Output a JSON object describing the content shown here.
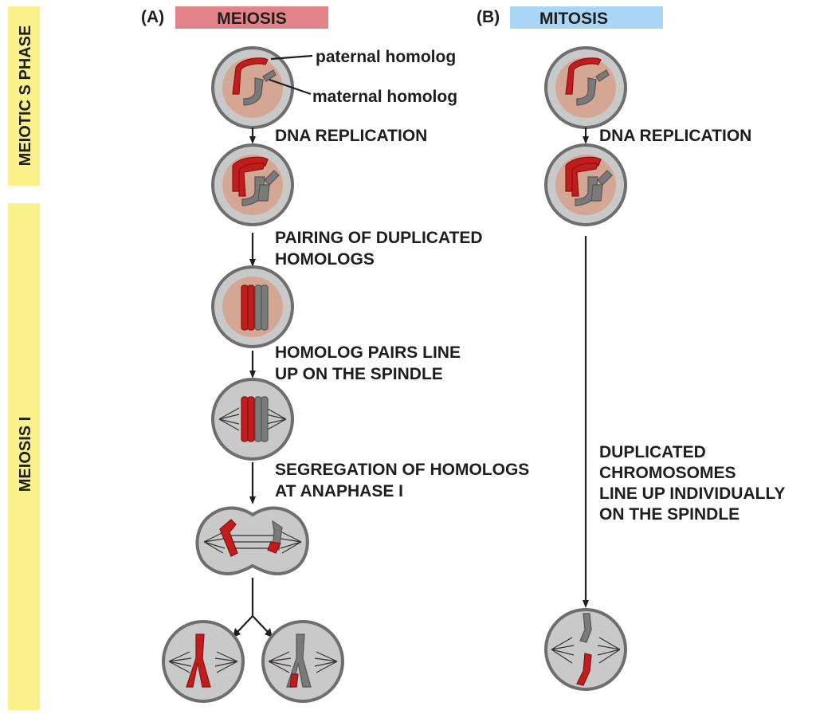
{
  "panels": {
    "a_letter": "(A)",
    "a_title": "MEIOSIS",
    "b_letter": "(B)",
    "b_title": "MITOSIS"
  },
  "side_labels": {
    "top": "MEIOTIC S PHASE",
    "bottom": "MEIOSIS I"
  },
  "labels": {
    "paternal": "paternal homolog",
    "maternal": "maternal homolog"
  },
  "steps": {
    "a1": "DNA REPLICATION",
    "a2_line1": "PAIRING OF DUPLICATED",
    "a2_line2": "HOMOLOGS",
    "a3_line1": "HOMOLOG PAIRS LINE",
    "a3_line2": "UP ON THE SPINDLE",
    "a4_line1": "SEGREGATION OF HOMOLOGS",
    "a4_line2": "AT ANAPHASE I",
    "b1": "DNA REPLICATION",
    "b2_line1": "DUPLICATED",
    "b2_line2": "CHROMOSOMES",
    "b2_line3": "LINE UP INDIVIDUALLY",
    "b2_line4": "ON THE SPINDLE"
  },
  "colors": {
    "meiosis_header": "#e2848a",
    "mitosis_header": "#a9d6f5",
    "side_band": "#fbf18b",
    "paternal": "#c21d1d",
    "maternal": "#7a7a7a"
  }
}
